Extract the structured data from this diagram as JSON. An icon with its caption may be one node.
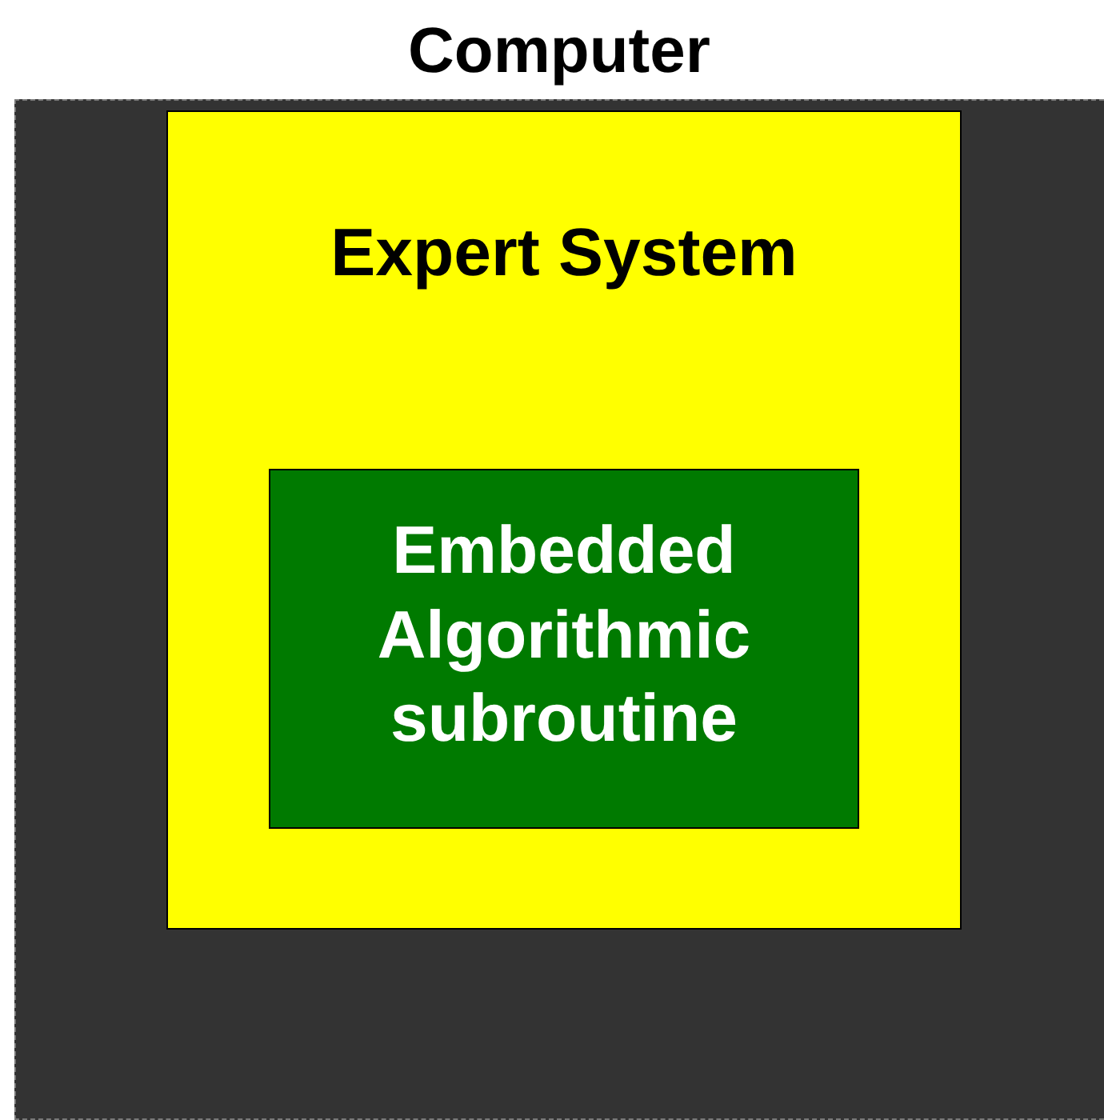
{
  "diagram": {
    "nodes": [
      {
        "text": [
          "Computer"
        ]
      },
      {
        "text": [
          "Expert System"
        ],
        "in": 0
      },
      {
        "text": [
          "Embedded Algorithmic subroutine"
        ],
        "in": 1
      }
    ]
  }
}
